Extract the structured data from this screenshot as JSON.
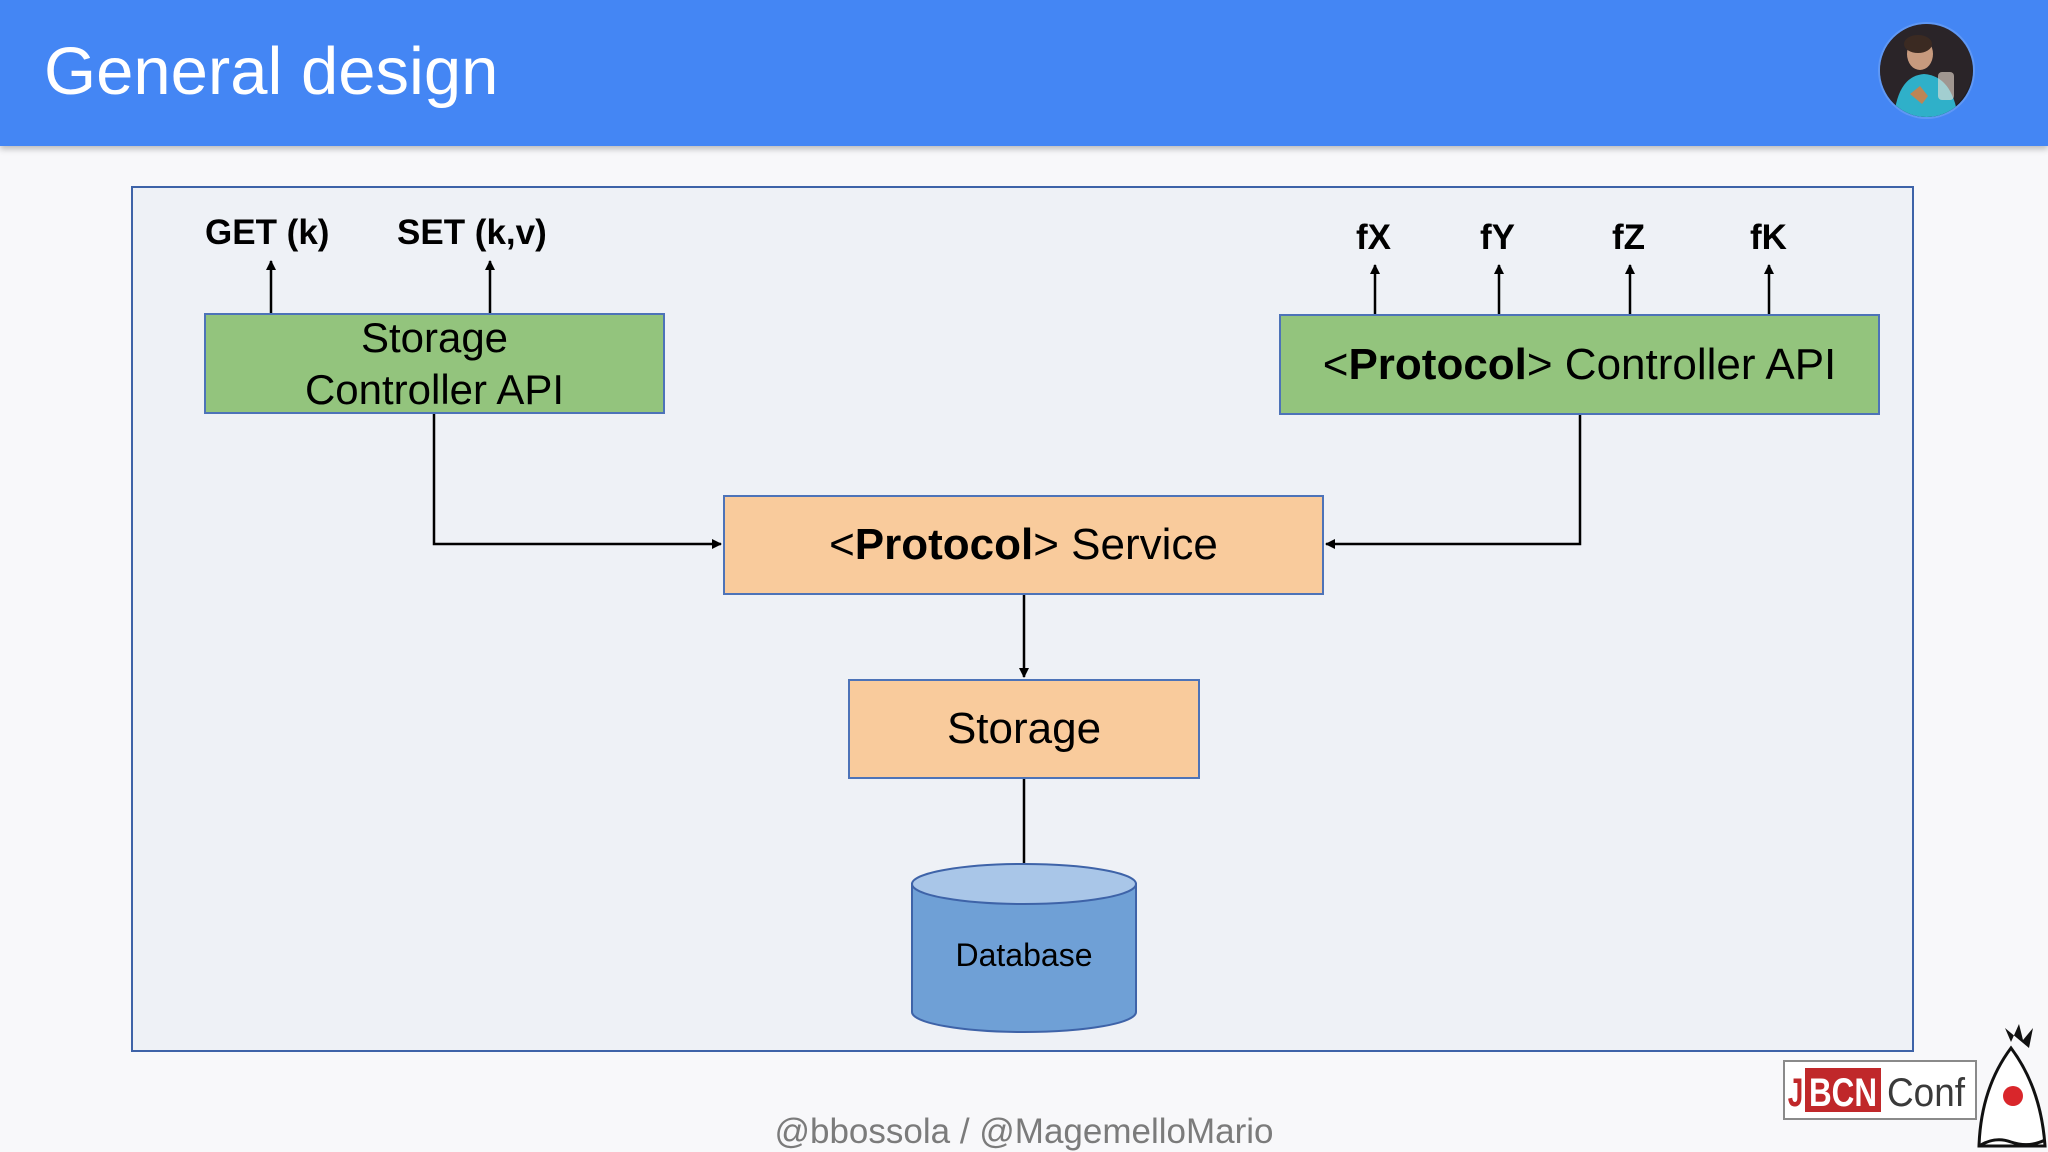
{
  "slide": {
    "title": "General design",
    "footer": "@bbossola / @MagemelloMario"
  },
  "diagram": {
    "storage_controller": {
      "line1": "Storage",
      "line2": "Controller API",
      "outputs": [
        "GET (k)",
        "SET (k,v)"
      ]
    },
    "protocol_controller": {
      "prefix": "<",
      "bold": "Protocol",
      "suffix": "> Controller API",
      "outputs": [
        "fX",
        "fY",
        "fZ",
        "fK"
      ]
    },
    "protocol_service": {
      "prefix": "<",
      "bold": "Protocol",
      "suffix": "> Service"
    },
    "storage": {
      "label": "Storage"
    },
    "database": {
      "label": "Database"
    },
    "colors": {
      "header": "#4486f4",
      "controller_fill": "#93c47d",
      "service_fill": "#f9cb9c",
      "database_fill": "#6fa0d6",
      "frame_border": "#3e63a8"
    }
  },
  "branding": {
    "conference_logo": "JBCN Conf",
    "icons": [
      "presenter-avatar-icon",
      "duke-mascot-icon"
    ]
  }
}
